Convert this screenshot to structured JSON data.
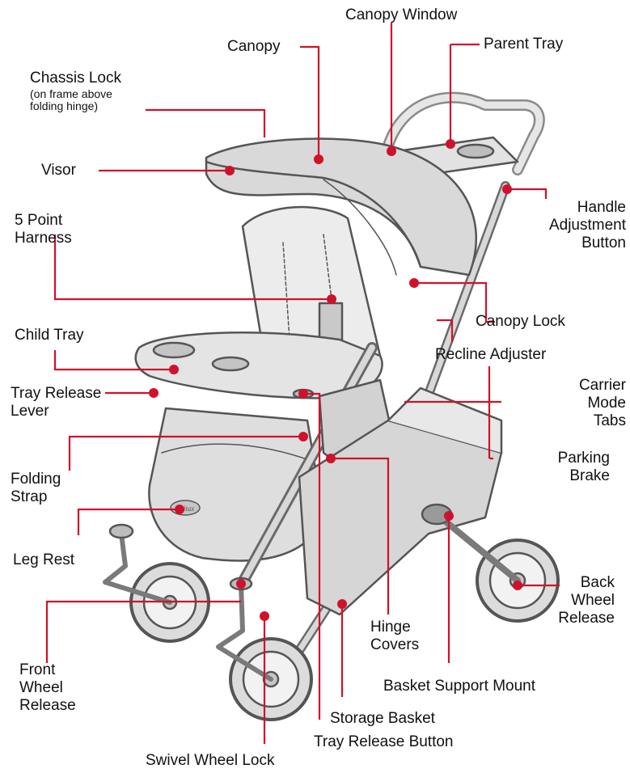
{
  "colors": {
    "callout": "#d0112b",
    "outline": "#555555",
    "fill": "#dcdcdc"
  },
  "labels": {
    "canopy_window": "Canopy Window",
    "canopy": "Canopy",
    "parent_tray": "Parent Tray",
    "chassis_lock": "Chassis Lock",
    "chassis_lock_note": "(on frame above\nfolding hinge)",
    "visor": "Visor",
    "handle_adjustment_button": "Handle\nAdjustment\nButton",
    "five_point_harness": "5 Point\nHarness",
    "canopy_lock": "Canopy Lock",
    "child_tray": "Child Tray",
    "recline_adjuster": "Recline Adjuster",
    "tray_release_lever": "Tray Release\nLever",
    "carrier_mode_tabs": "Carrier\nMode\nTabs",
    "folding_strap": "Folding\nStrap",
    "parking_brake": "Parking\nBrake",
    "leg_rest": "Leg Rest",
    "back_wheel_release": "Back\nWheel\nRelease",
    "hinge_covers": "Hinge\nCovers",
    "front_wheel_release": "Front\nWheel\nRelease",
    "basket_support_mount": "Basket Support Mount",
    "storage_basket": "Storage Basket",
    "tray_release_button": "Tray Release Button",
    "swivel_wheel_lock": "Swivel Wheel Lock"
  },
  "logo_text": "Britax"
}
